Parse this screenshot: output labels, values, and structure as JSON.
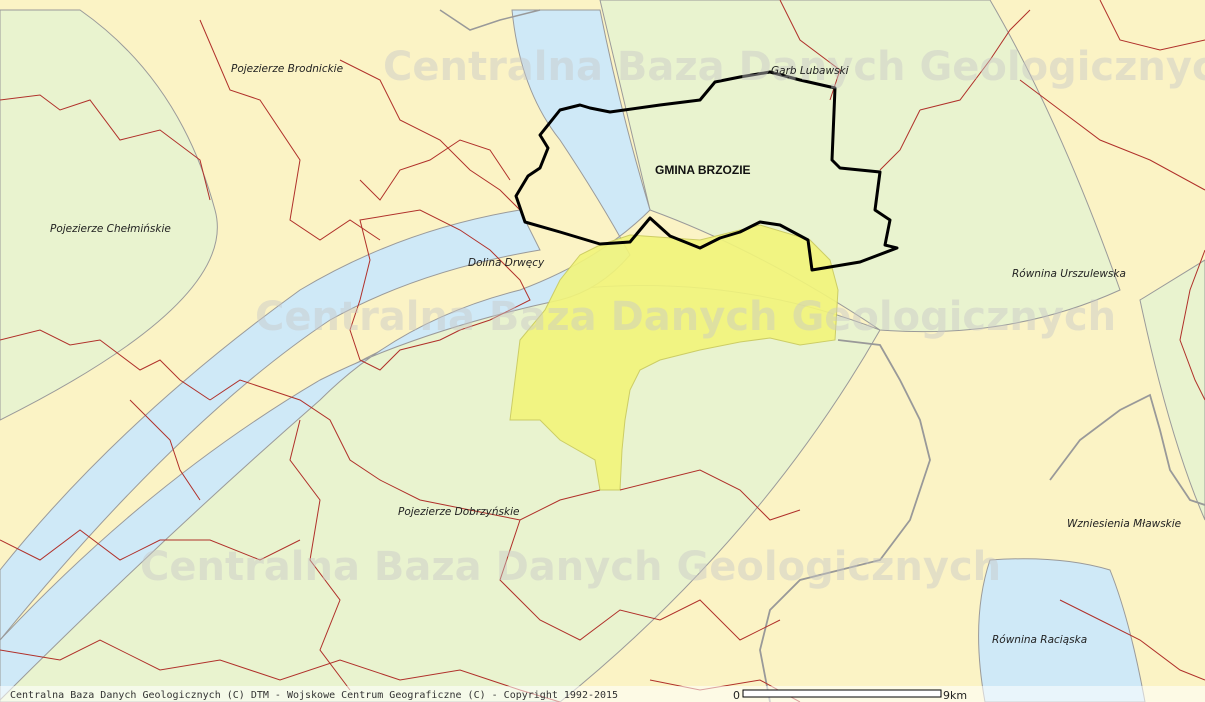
{
  "map": {
    "regions": [
      {
        "name": "Pojezierze Brodnickie"
      },
      {
        "name": "Garb Lubawski"
      },
      {
        "name": "Pojezierze Chełmińskie"
      },
      {
        "name": "Dolina Drwęcy"
      },
      {
        "name": "Równina Urszulewska"
      },
      {
        "name": "Pojezierze Dobrzyńskie"
      },
      {
        "name": "Wzniesienia Mławskie"
      },
      {
        "name": "Równina Raciąska"
      }
    ],
    "highlight_label": "GMINA BRZOZIE",
    "watermark": "Centralna Baza Danych Geologicznych",
    "attribution": "Centralna Baza Danych Geologicznych (C) DTM - Wojskowe Centrum Geograficzne (C) - Copyright 1992-2015",
    "scale": {
      "start": "0",
      "end": "9km"
    },
    "colors": {
      "lowland_green": "#e9f3cf",
      "upland_yellow": "#fbf3c5",
      "water_blue": "#cfe9f7",
      "highlight_yellow": "#f2f57a",
      "admin_border": "#b0302a",
      "province_border": "#999999",
      "gmina_outline": "#000000"
    }
  }
}
